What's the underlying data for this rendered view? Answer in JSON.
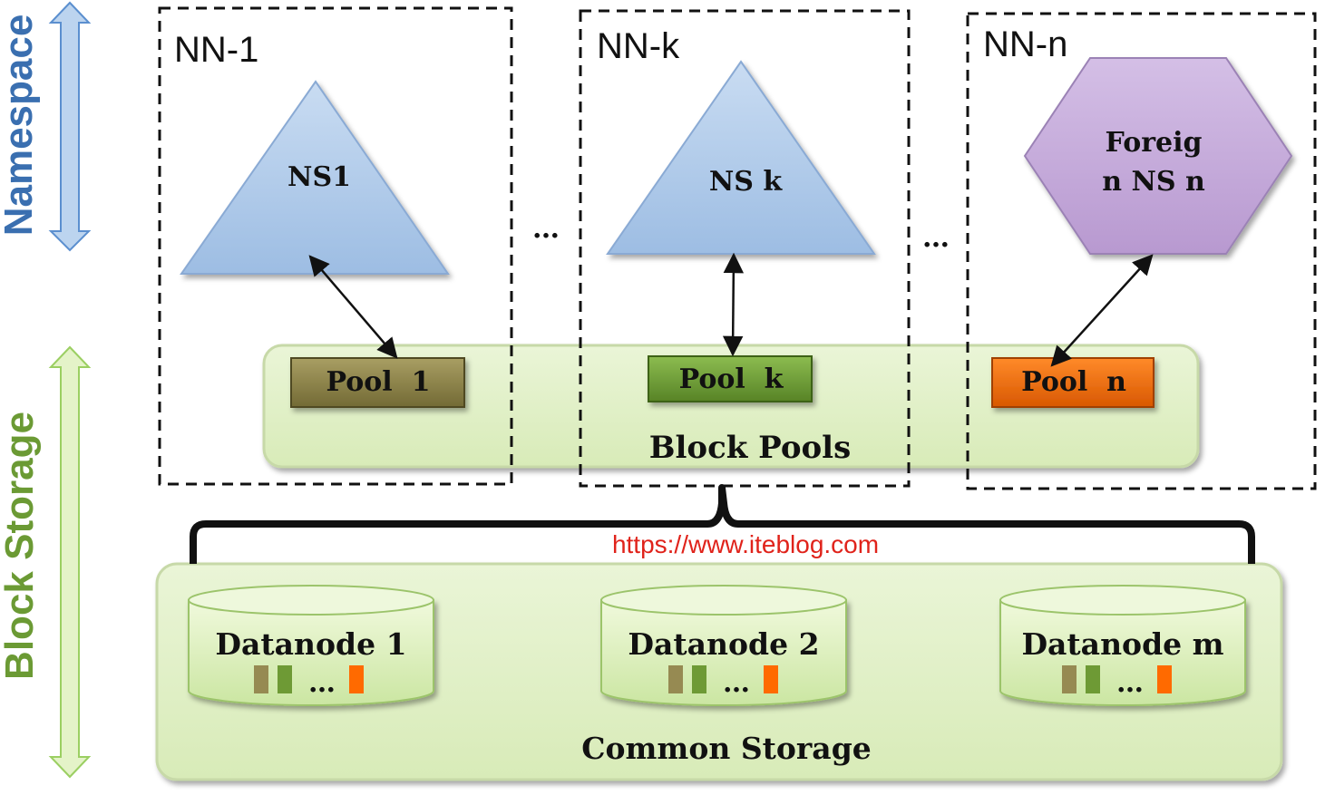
{
  "side_labels": {
    "namespace": "Namespace",
    "block_storage": "Block Storage"
  },
  "namenodes": [
    {
      "title": "NN-1",
      "namespace_label": "NS1",
      "namespace_shape": "triangle",
      "pool_label": "Pool  1",
      "pool_color": "#8a8148"
    },
    {
      "title": "NN-k",
      "namespace_label": "NS k",
      "namespace_shape": "triangle",
      "pool_label": "Pool  k",
      "pool_color": "#6e9a35"
    },
    {
      "title": "NN-n",
      "namespace_label_line1": "Foreig",
      "namespace_label_line2": "n NS n",
      "namespace_shape": "hexagon",
      "pool_label": "Pool  n",
      "pool_color": "#ee6a0a"
    }
  ],
  "ellipses": {
    "between_1_k": "…",
    "between_k_n": "…"
  },
  "block_pools_label": "Block  Pools",
  "watermark": "https://www.iteblog.com",
  "datanodes": [
    {
      "label": "Datanode 1",
      "dots": "…"
    },
    {
      "label": "Datanode 2",
      "dots": "…"
    },
    {
      "label": "Datanode m",
      "dots": "…"
    }
  ],
  "common_storage_label": "Common Storage",
  "colors": {
    "namespace_blue": "#3a6fb0",
    "block_storage_green": "#6b9a34",
    "triangle_fill": "#aac6e8",
    "hexagon_fill": "#c2a7d8",
    "panel_fill": "#e2f0c8",
    "watermark_red": "#e0231b"
  }
}
